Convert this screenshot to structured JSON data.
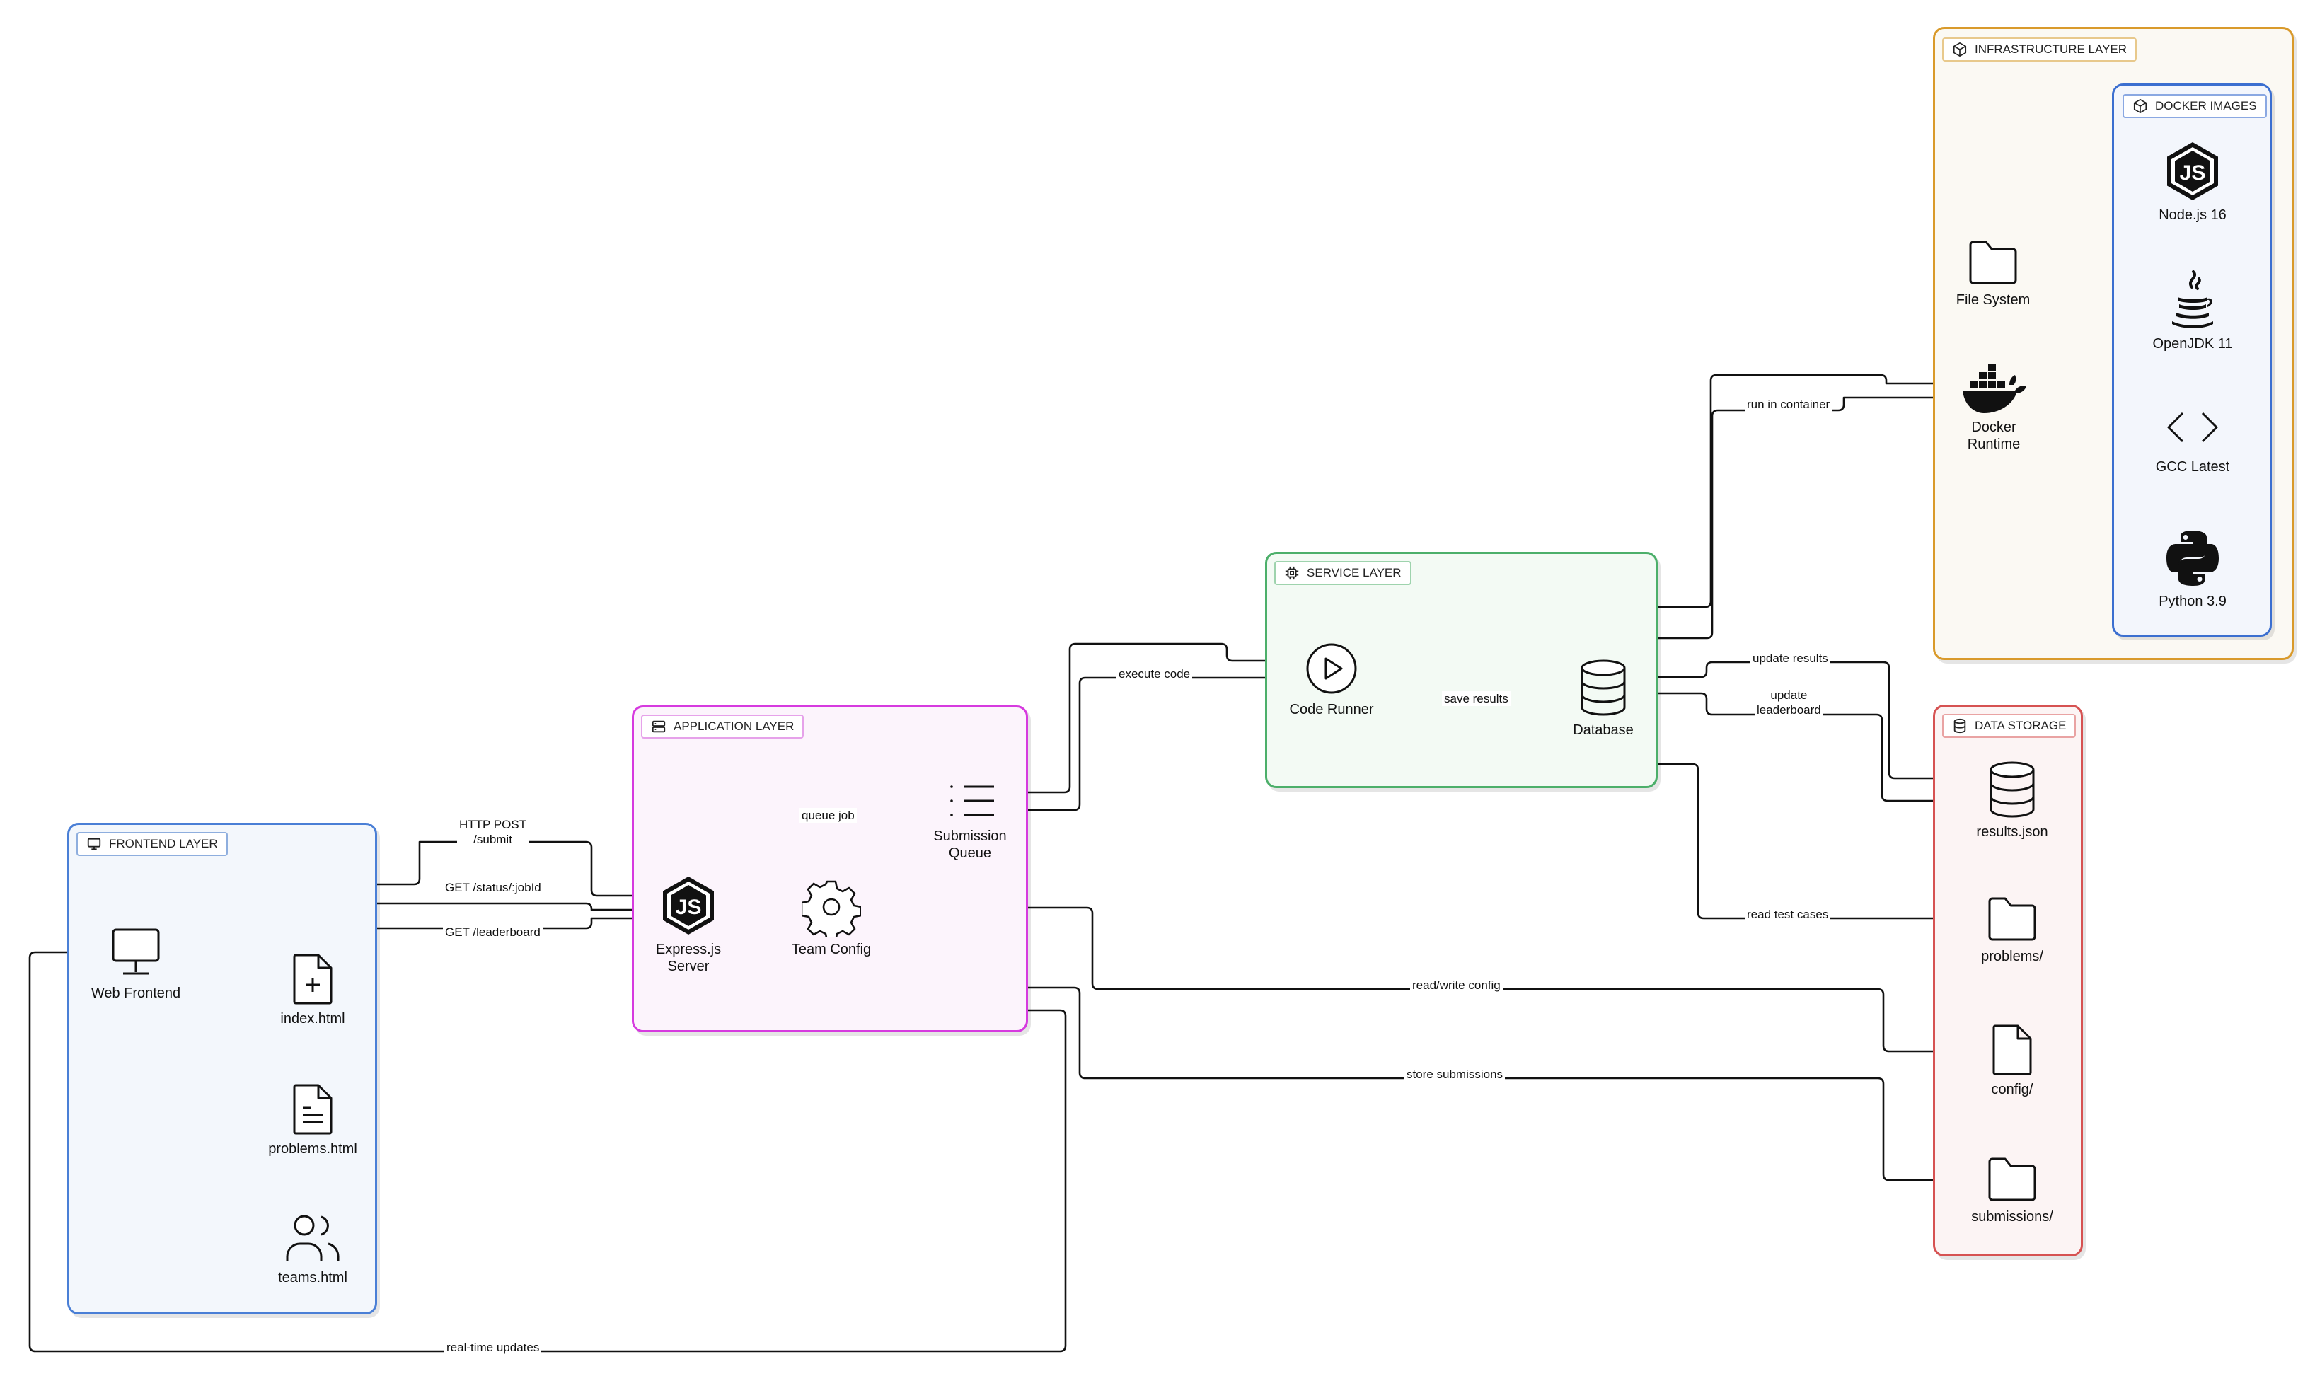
{
  "colors": {
    "frontend": "#4a7fd6",
    "application": "#d63adf",
    "service": "#4caf6a",
    "infrastructure": "#d99a2b",
    "docker_images": "#3b6fd0",
    "data_storage": "#d65252",
    "edge": "#111111"
  },
  "groups": {
    "frontend": "FRONTEND LAYER",
    "application": "APPLICATION LAYER",
    "service": "SERVICE LAYER",
    "infrastructure": "INFRASTRUCTURE LAYER",
    "docker_images": "DOCKER IMAGES",
    "data_storage": "DATA STORAGE"
  },
  "nodes": {
    "web_frontend": {
      "label": "Web Frontend",
      "icon": "monitor-icon"
    },
    "index_html": {
      "label": "index.html",
      "icon": "file-plus-icon"
    },
    "problems_html": {
      "label": "problems.html",
      "icon": "file-text-icon"
    },
    "teams_html": {
      "label": "teams.html",
      "icon": "users-icon"
    },
    "express_server": {
      "label": "Express.js\nServer",
      "icon": "nodejs-icon"
    },
    "submission_queue": {
      "label": "Submission\nQueue",
      "icon": "list-icon"
    },
    "team_config": {
      "label": "Team Config",
      "icon": "gear-icon"
    },
    "code_runner": {
      "label": "Code Runner",
      "icon": "play-circle-icon"
    },
    "database": {
      "label": "Database",
      "icon": "database-icon"
    },
    "file_system": {
      "label": "File System",
      "icon": "folder-icon"
    },
    "docker_runtime": {
      "label": "Docker\nRuntime",
      "icon": "docker-icon"
    },
    "nodejs16": {
      "label": "Node.js 16",
      "icon": "nodejs-icon"
    },
    "openjdk11": {
      "label": "OpenJDK 11",
      "icon": "java-icon"
    },
    "gcc_latest": {
      "label": "GCC Latest",
      "icon": "code-brackets-icon"
    },
    "python39": {
      "label": "Python 3.9",
      "icon": "python-icon"
    },
    "results_json": {
      "label": "results.json",
      "icon": "database-icon"
    },
    "problems_dir": {
      "label": "problems/",
      "icon": "folder-icon"
    },
    "config_file": {
      "label": "config/",
      "icon": "file-icon"
    },
    "submissions_dir": {
      "label": "submissions/",
      "icon": "folder-icon"
    }
  },
  "edges": {
    "http_post": "HTTP POST\n/submit",
    "get_status": "GET /status/:jobId",
    "get_leaderboard": "GET /leaderboard",
    "queue_job": "queue job",
    "execute_code": "execute code",
    "save_results": "save results",
    "run_in_container": "run in container",
    "update_results": "update results",
    "update_leaderboard": "update\nleaderboard",
    "read_test_cases": "read test cases",
    "read_write_config": "read/write config",
    "store_submissions": "store submissions",
    "realtime_updates": "real-time updates"
  }
}
